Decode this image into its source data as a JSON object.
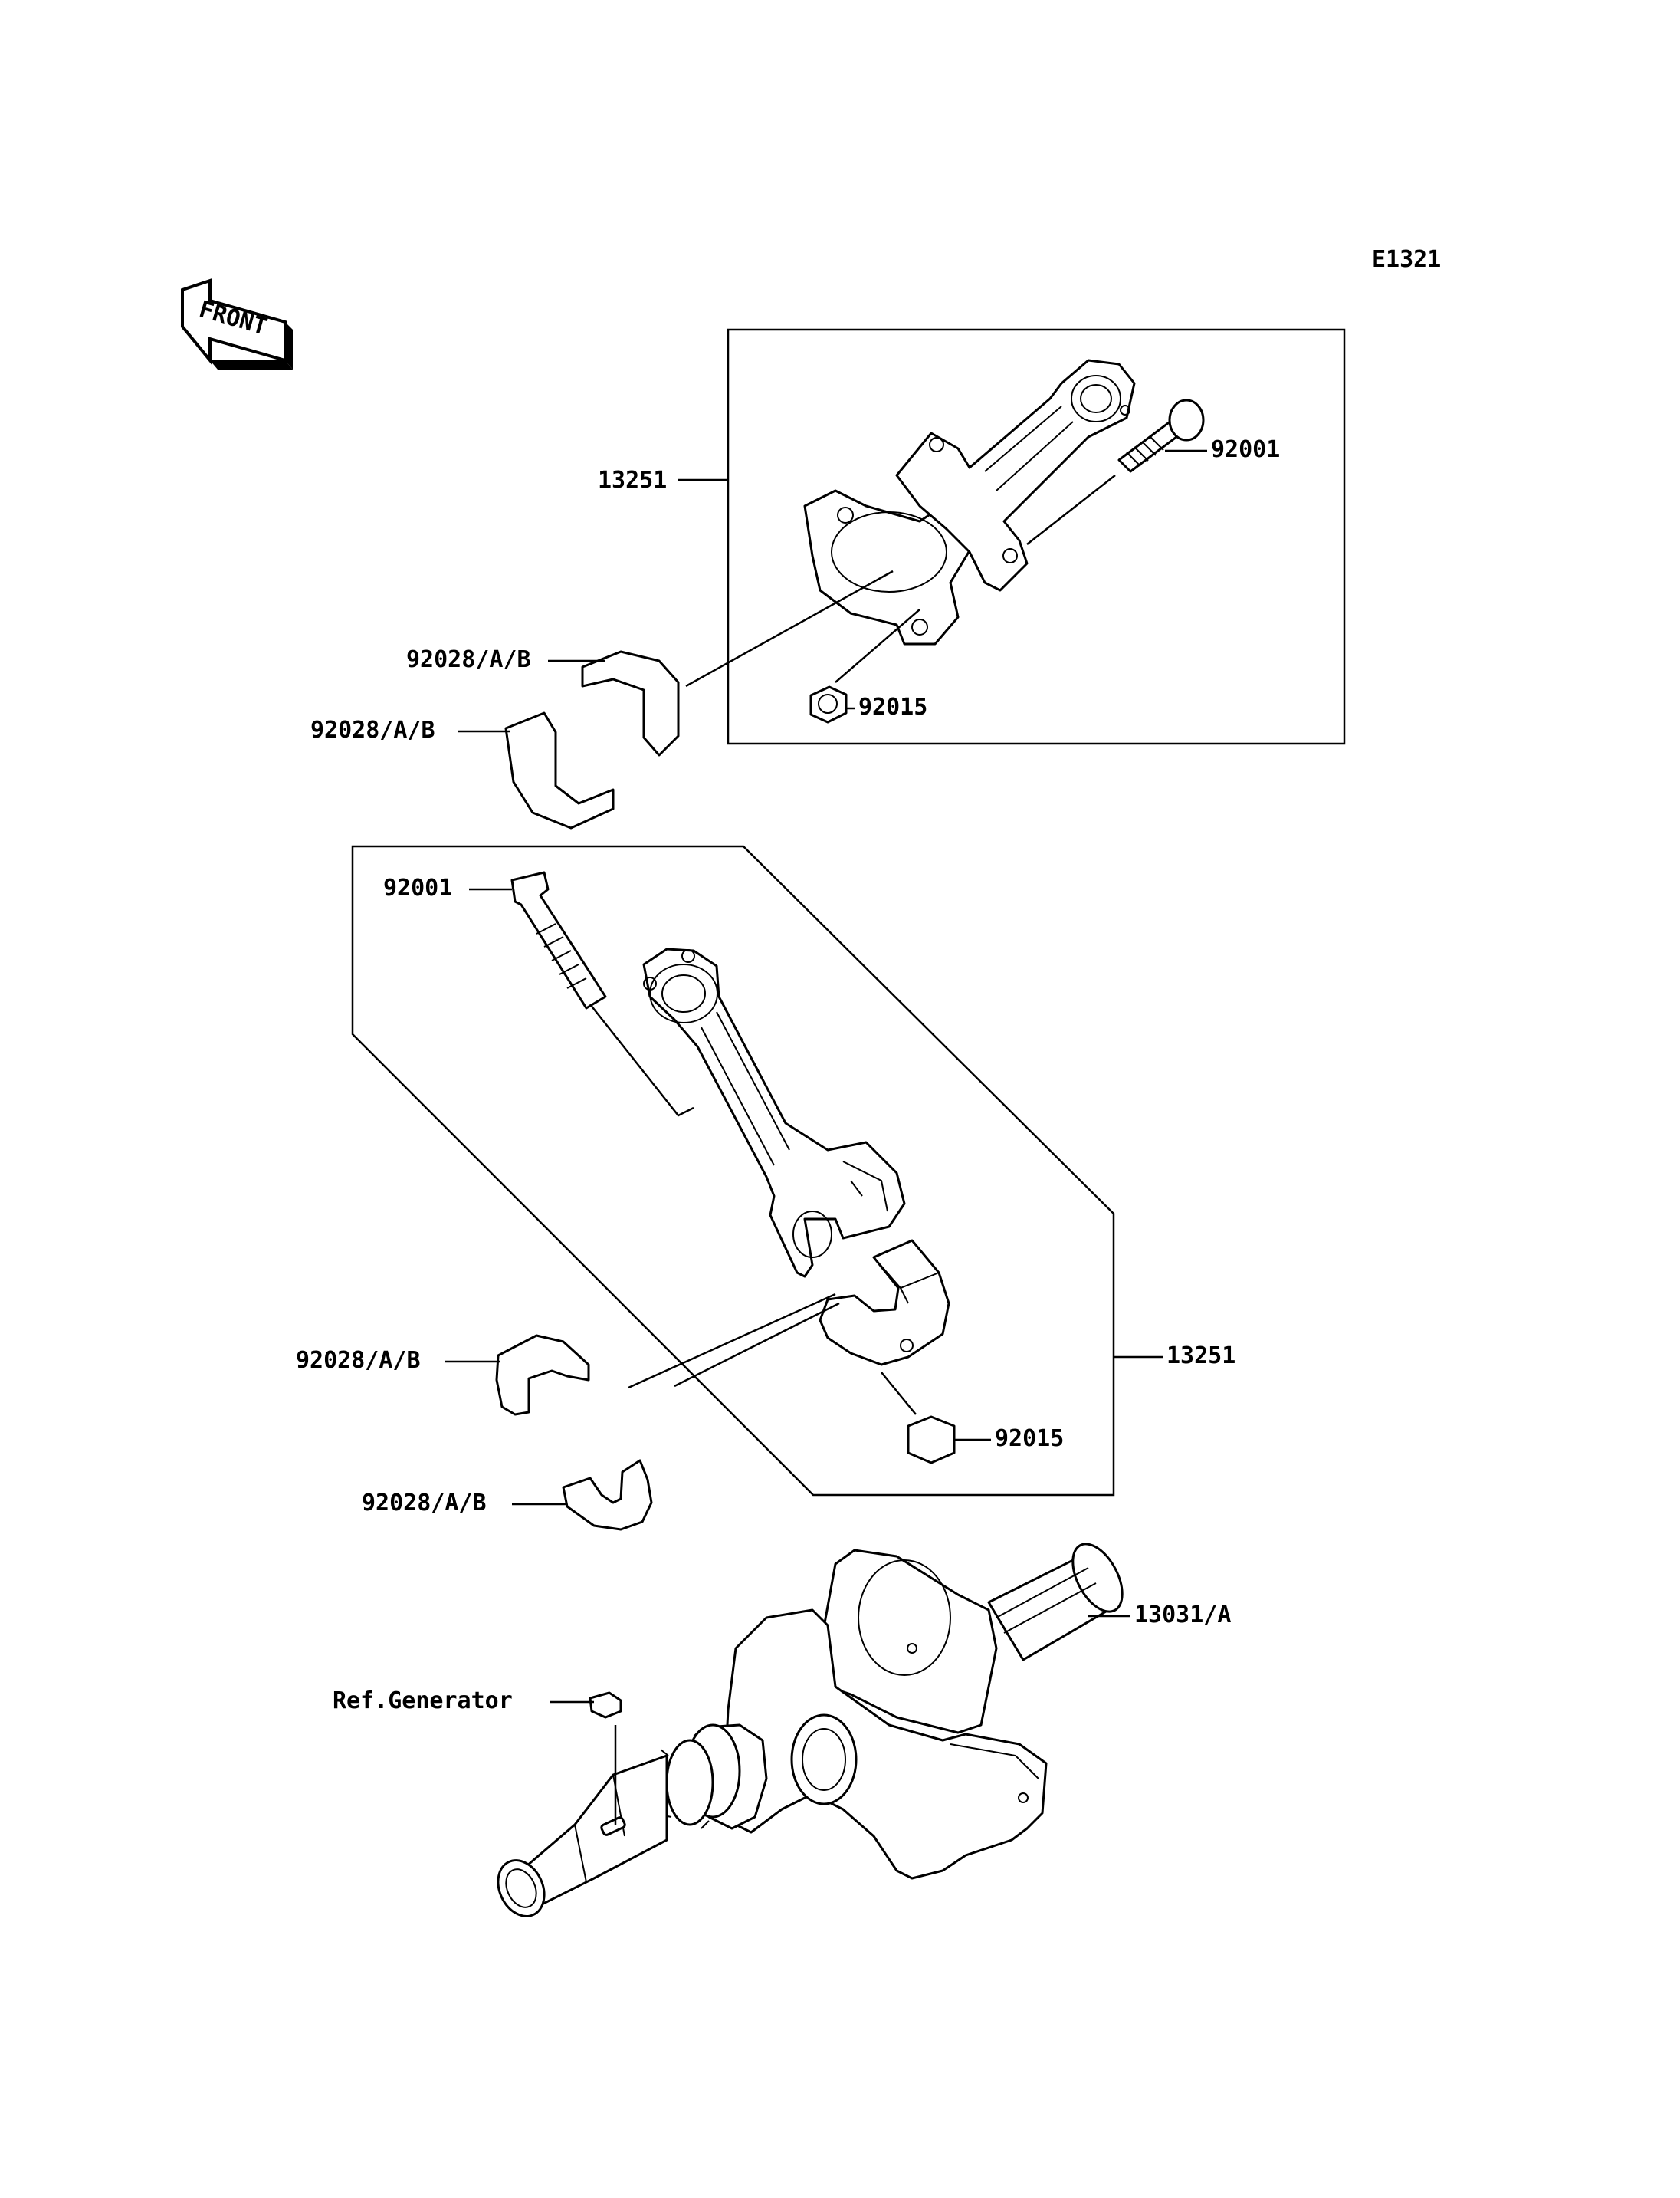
{
  "diagram_code": "E1321",
  "front_label": "FRONT",
  "callouts": {
    "rod_set_upper": "13251",
    "bolt_upper": "92001",
    "bearing_upper_1": "92028/A/B",
    "bearing_upper_2": "92028/A/B",
    "nut_upper": "92015",
    "bolt_lower": "92001",
    "rod_set_lower": "13251",
    "bearing_lower_1": "92028/A/B",
    "nut_lower": "92015",
    "bearing_lower_2": "92028/A/B",
    "crankshaft": "13031/A",
    "key_ref": "Ref.Generator"
  }
}
